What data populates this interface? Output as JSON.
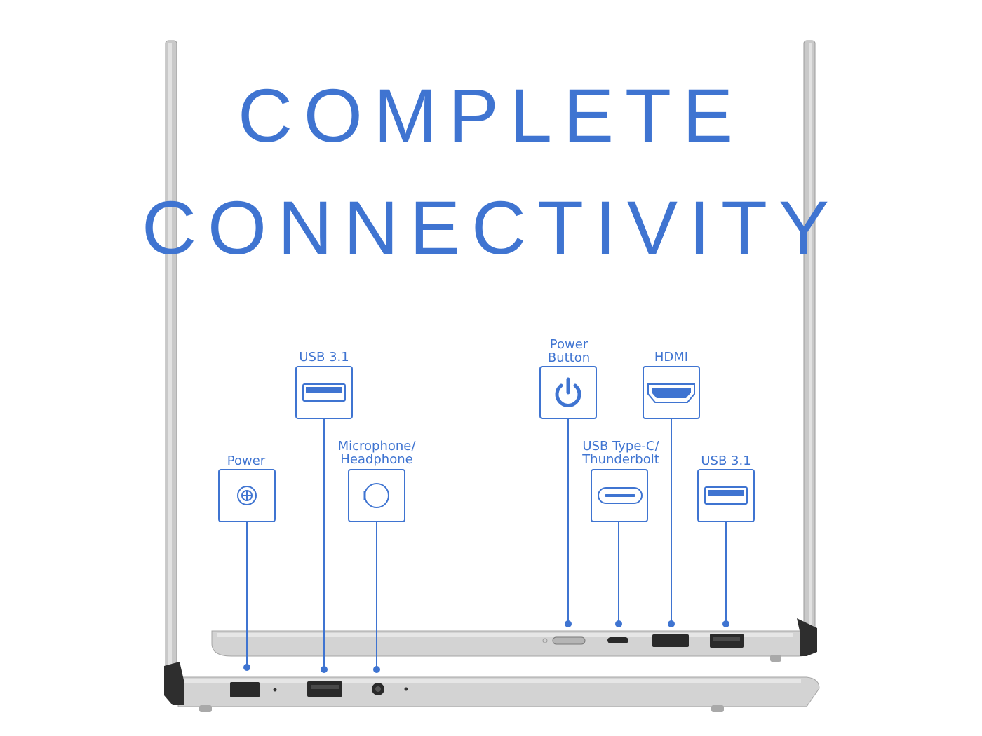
{
  "headline": {
    "line1": "COMPLETE",
    "line2": "CONNECTIVITY"
  },
  "ports": [
    {
      "id": "power",
      "label": "Power",
      "icon": "dc-power-jack-icon"
    },
    {
      "id": "usb-left",
      "label": "USB 3.1",
      "icon": "usb-a-port-icon"
    },
    {
      "id": "audio",
      "label": "Microphone/\nHeadphone",
      "icon": "audio-jack-icon"
    },
    {
      "id": "power-button",
      "label": "Power\nButton",
      "icon": "power-button-icon"
    },
    {
      "id": "usbc",
      "label": "USB Type-C/\nThunderbolt",
      "icon": "usb-c-port-icon"
    },
    {
      "id": "hdmi",
      "label": "HDMI",
      "icon": "hdmi-port-icon"
    },
    {
      "id": "usb-right",
      "label": "USB 3.1",
      "icon": "usb-a-port-icon"
    }
  ],
  "colors": {
    "accent": "#3f74d1",
    "chassis": "#c9c9c9",
    "port": "#2a2a2a"
  }
}
